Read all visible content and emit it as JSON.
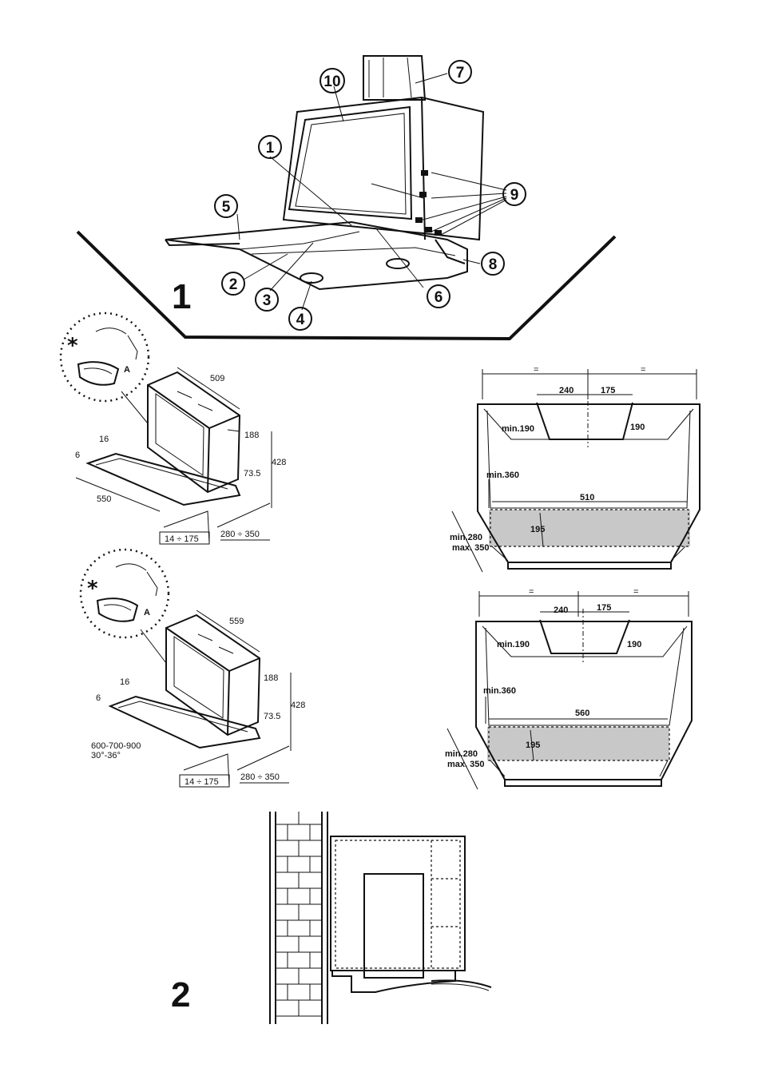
{
  "figure_labels": {
    "fig1": "1",
    "fig2": "2"
  },
  "callouts": [
    "1",
    "2",
    "3",
    "4",
    "5",
    "6",
    "7",
    "8",
    "9",
    "10"
  ],
  "side_view_a": {
    "width": "509",
    "depth": "188",
    "height": "428",
    "offset": "73.5",
    "top_gap": "16",
    "bottom_gap": "6",
    "length": "550",
    "range1": "14 ÷ 175",
    "range2": "280 ÷ 350",
    "detail_label": "A",
    "star": "*"
  },
  "side_view_b": {
    "width": "559",
    "depth": "188",
    "height": "428",
    "offset": "73.5",
    "top_gap": "16",
    "bottom_gap": "6",
    "length": "600-700-900",
    "angle": "30°-36°",
    "range1": "14 ÷ 175",
    "range2": "280 ÷ 350",
    "detail_label": "A",
    "star": "*"
  },
  "plan_a": {
    "equal_left": "=",
    "equal_right": "=",
    "dim_240": "240",
    "dim_175": "175",
    "min190": "min.190",
    "dim190": "190",
    "min360": "min.360",
    "width": "510",
    "dim195": "195",
    "min280": "min.280",
    "max350": "max. 350"
  },
  "plan_b": {
    "equal_left": "=",
    "equal_right": "=",
    "dim_240": "240",
    "dim_175": "175",
    "min190": "min.190",
    "dim190": "190",
    "min360": "min.360",
    "width": "560",
    "dim195": "195",
    "min280": "min.280",
    "max350": "max. 350"
  },
  "colors": {
    "line": "#111111",
    "shade": "#c8c8c8",
    "paper": "#ffffff"
  }
}
